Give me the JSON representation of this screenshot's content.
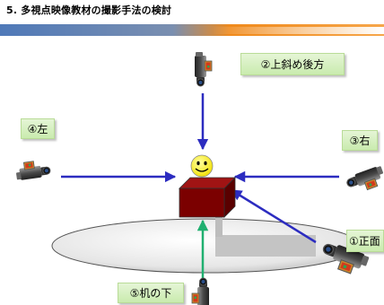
{
  "title": "5. 多視点映像教材の撮影手法の検討",
  "labels": {
    "upper_back": "②上斜め後方",
    "left": "④左",
    "right": "③右",
    "front": "①正面",
    "under_desk": "⑤机の下"
  },
  "colors": {
    "arrow": "#2c2cc0",
    "arrow_green": "#20b070",
    "box": "#7b0000",
    "face": "#ffff00",
    "label_bg": "#d4f0bc"
  }
}
